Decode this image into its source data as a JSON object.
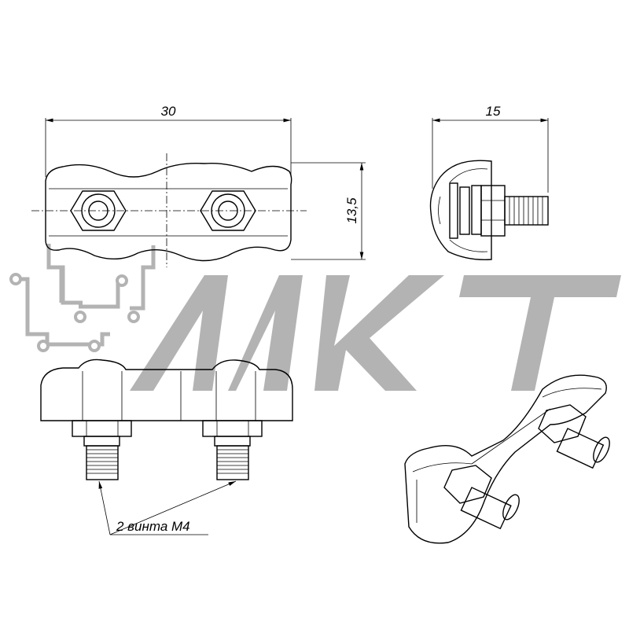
{
  "drawing": {
    "dimensions": {
      "length": "30",
      "width": "15",
      "height": "13,5"
    },
    "callout": "2 винта М4",
    "watermark_logo": "МКТ",
    "colors": {
      "line": "#000000",
      "watermark": "#b3b3b3"
    }
  }
}
